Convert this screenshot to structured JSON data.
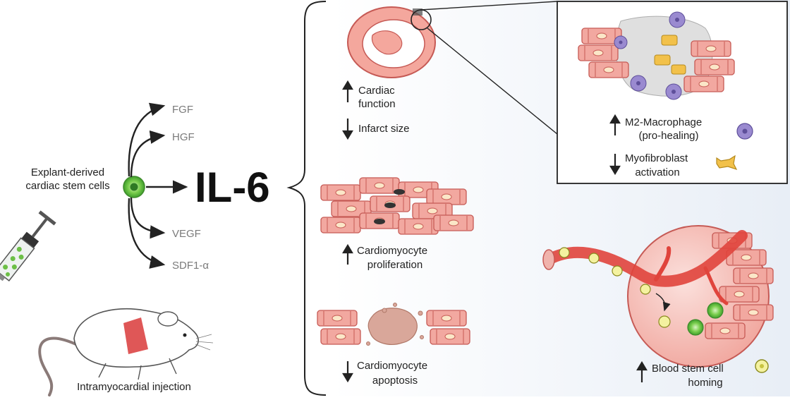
{
  "source": {
    "cell_label_line1": "Explant-derived",
    "cell_label_line2": "cardiac stem cells",
    "injection_label": "Intramyocardial injection"
  },
  "factors": {
    "fgf": "FGF",
    "hgf": "HGF",
    "il6": "IL-6",
    "vegf": "VEGF",
    "sdf1": "SDF1-α"
  },
  "effects": {
    "cardiac_function_line1": "Cardiac",
    "cardiac_function_line2": "function",
    "infarct_size": "Infarct size",
    "proliferation_line1": "Cardiomyocyte",
    "proliferation_line2": "proliferation",
    "apoptosis_line1": "Cardiomyocyte",
    "apoptosis_line2": "apoptosis",
    "macrophage_line1": "M2-Macrophage",
    "macrophage_line2": "(pro-healing)",
    "myofibroblast_line1": "Myofibroblast",
    "myofibroblast_line2": "activation",
    "homing_line1": "Blood stem cell",
    "homing_line2": "homing"
  },
  "colors": {
    "myocyte_fill": "#f2a8a0",
    "myocyte_stroke": "#c65a55",
    "heart_red": "#e0443c",
    "stem_green": "#5fbf3f",
    "macrophage_purple": "#9a8ad0",
    "myofibroblast_yellow": "#f2c14a",
    "factor_gray": "#7a7a7a"
  }
}
